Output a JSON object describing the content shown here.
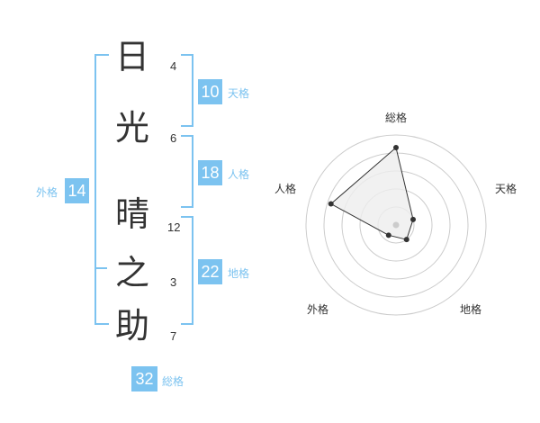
{
  "name": {
    "chars": [
      {
        "char": "日",
        "strokes": "4"
      },
      {
        "char": "光",
        "strokes": "6"
      },
      {
        "char": "晴",
        "strokes": "12"
      },
      {
        "char": "之",
        "strokes": "3"
      },
      {
        "char": "助",
        "strokes": "7"
      }
    ]
  },
  "kaku": {
    "tenkaku": {
      "value": "10",
      "label": "天格"
    },
    "jinkaku": {
      "value": "18",
      "label": "人格"
    },
    "chikaku": {
      "value": "22",
      "label": "地格"
    },
    "gaikaku": {
      "value": "14",
      "label": "外格"
    },
    "soukaku": {
      "value": "32",
      "label": "総格"
    }
  },
  "chart_data": {
    "type": "radar",
    "axes": [
      "総格",
      "天格",
      "地格",
      "外格",
      "人格"
    ],
    "values": [
      4.3,
      1.0,
      1.0,
      0.7,
      3.8
    ],
    "max": 5,
    "rings": 5,
    "colors": {
      "fill": "#eeeeee",
      "line": "#333333",
      "ring": "#cccccc",
      "center": "#cccccc"
    }
  },
  "colors": {
    "accent": "#7cc3f0",
    "text": "#333333"
  }
}
